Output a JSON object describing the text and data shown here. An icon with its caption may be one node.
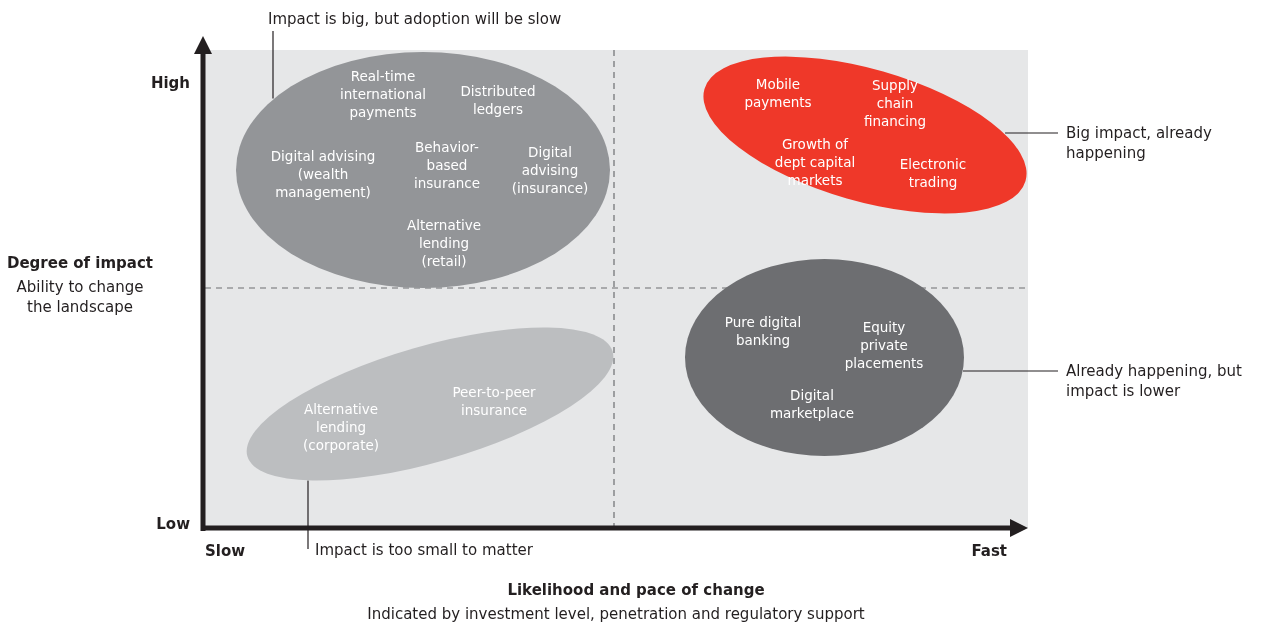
{
  "diagram": {
    "nodes": [
      {
        "text": [
          "Impact is big, but adoption will be slow"
        ]
      },
      {
        "text": [
          "Real-time international payments",
          "Distributed ledgers",
          "Digital advising (wealth management)",
          "Behavior-based insurance",
          "Digital advising (insurance)",
          "Alternative lending (retail)"
        ]
      },
      {
        "text": [
          "Mobile payments",
          "Supply chain financing",
          "Growth of dept capital markets",
          "Electronic trading"
        ]
      },
      {
        "text": [
          "Big impact, already happening"
        ]
      },
      {
        "text": [
          "Alternative lending (corporate)",
          "Peer-to-peer insurance"
        ]
      },
      {
        "text": [
          "Pure digital banking",
          "Equity private placements",
          "Digital marketplace"
        ]
      },
      {
        "text": [
          "Already happening, but impact is lower"
        ]
      },
      {
        "text": [
          "Impact is too small to matter"
        ]
      }
    ],
    "edges": [
      {
        "from": 0,
        "to": 1,
        "arrow": "none"
      },
      {
        "from": 3,
        "to": 2,
        "arrow": "none"
      },
      {
        "from": 6,
        "to": 5,
        "arrow": "none"
      },
      {
        "from": 7,
        "to": 4,
        "arrow": "none"
      }
    ],
    "labels": [
      "High",
      "Degree of impact",
      "Ability to change the landscape",
      "Low",
      "Slow",
      "Fast",
      "Likelihood and pace of change",
      "Indicated by investment level, penetration and regulatory support"
    ]
  }
}
